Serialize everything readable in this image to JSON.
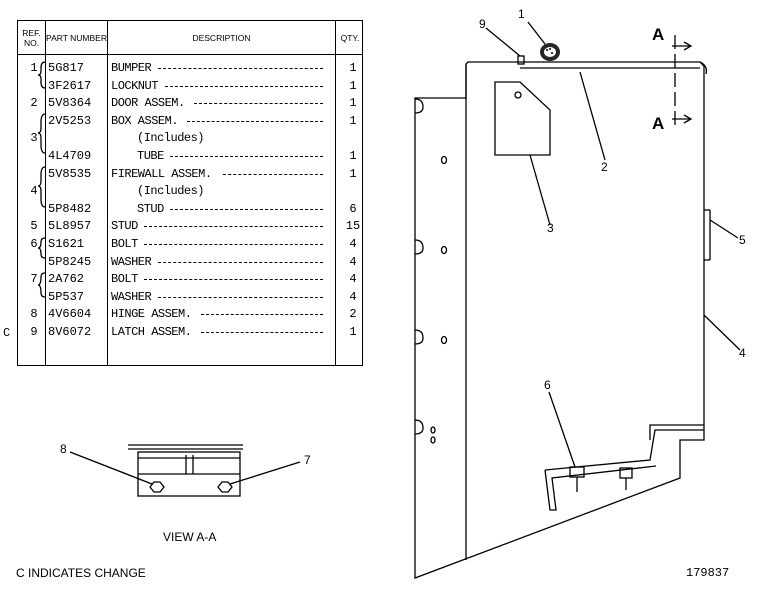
{
  "table": {
    "headers": {
      "ref": "REF. NO.",
      "part": "PART NUMBER",
      "description": "DESCRIPTION",
      "qty": "QTY."
    },
    "rows": [
      {
        "ref": "1",
        "part": "5G817",
        "description": "BUMPER",
        "qty": "1"
      },
      {
        "ref": "",
        "part": "3F2617",
        "description": "LOCKNUT",
        "qty": "1"
      },
      {
        "ref": "2",
        "part": "5V8364",
        "description": "DOOR ASSEM.",
        "qty": "1"
      },
      {
        "ref": "",
        "part": "2V5253",
        "description": "BOX ASSEM.",
        "qty": "1"
      },
      {
        "ref": "3",
        "part": "",
        "description": "(Includes)",
        "qty": ""
      },
      {
        "ref": "",
        "part": "4L4709",
        "description": "TUBE",
        "qty": "1"
      },
      {
        "ref": "",
        "part": "5V8535",
        "description": "FIREWALL ASSEM.",
        "qty": "1"
      },
      {
        "ref": "4",
        "part": "",
        "description": "(Includes)",
        "qty": ""
      },
      {
        "ref": "",
        "part": "5P8482",
        "description": "STUD",
        "qty": "6"
      },
      {
        "ref": "5",
        "part": "5L8957",
        "description": "STUD",
        "qty": "15"
      },
      {
        "ref": "6",
        "part": "S1621",
        "description": "BOLT",
        "qty": "4"
      },
      {
        "ref": "",
        "part": "5P8245",
        "description": "WASHER",
        "qty": "4"
      },
      {
        "ref": "7",
        "part": "2A762",
        "description": "BOLT",
        "qty": "4"
      },
      {
        "ref": "",
        "part": "5P537",
        "description": "WASHER",
        "qty": "4"
      },
      {
        "ref": "8",
        "part": "4V6604",
        "description": "HINGE ASSEM.",
        "qty": "2"
      },
      {
        "ref": "9",
        "part": "8V6072",
        "description": "LATCH ASSEM.",
        "qty": "1"
      }
    ],
    "change_marker": "C"
  },
  "view_label": "VIEW A-A",
  "footer_note": "C INDICATES CHANGE",
  "drawing_number": "179837",
  "callouts": [
    "1",
    "2",
    "3",
    "4",
    "5",
    "6",
    "7",
    "8",
    "9"
  ],
  "section_marker": "A"
}
